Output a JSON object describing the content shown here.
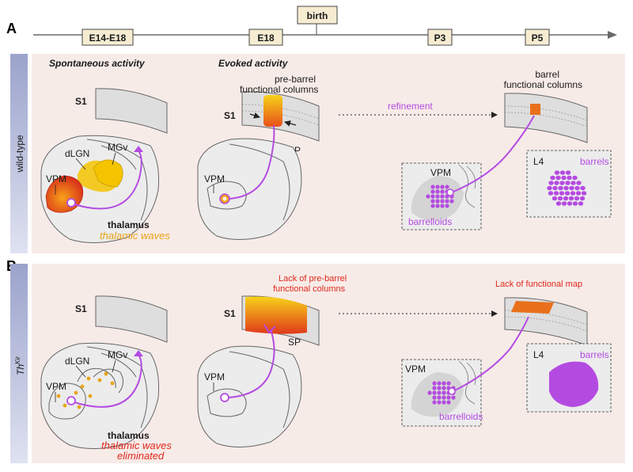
{
  "panels": {
    "A": {
      "letter": "A",
      "side_label": "wild-type"
    },
    "B": {
      "letter": "B",
      "side_label_main": "Th",
      "side_label_sup": "Kir"
    }
  },
  "timeline": {
    "ticks": [
      "E14-E18",
      "E18",
      "P3",
      "P5"
    ],
    "birth": "birth"
  },
  "wt": {
    "spontaneous": "Spontaneous activity",
    "evoked": "Evoked activity",
    "s1": "S1",
    "dlgn": "dLGN",
    "mgv": "MGv",
    "vpm": "VPM",
    "thalamus": "thalamus",
    "waves": "thalamic waves",
    "prebarrel_line1": "pre-barrel",
    "prebarrel_line2": "functional columns",
    "sp": "SP",
    "refinement": "refinement",
    "barrel_line1": "barrel",
    "barrel_line2": "functional columns",
    "l4": "L4",
    "barrels": "barrels",
    "barrelloids": "barrelloids"
  },
  "kir": {
    "s1": "S1",
    "dlgn": "dLGN",
    "mgv": "MGv",
    "vpm": "VPM",
    "thalamus": "thalamus",
    "waves_line1": "thalamic waves",
    "waves_line2": "eliminated",
    "lack_line1": "Lack of pre-barrel",
    "lack_line2": "functional columns",
    "sp": "SP",
    "lack_map": "Lack of functional map",
    "l4": "L4",
    "barrels": "barrels",
    "barrelloids": "barrelloids"
  },
  "colors": {
    "panel_bg": "#f7ebe8",
    "purple": "#b44be1",
    "orange": "#e8701a",
    "yellow": "#f5c400",
    "red_text": "#e0281a",
    "wave_text": "#e8a317",
    "tick_box": "#f6ecd2"
  }
}
